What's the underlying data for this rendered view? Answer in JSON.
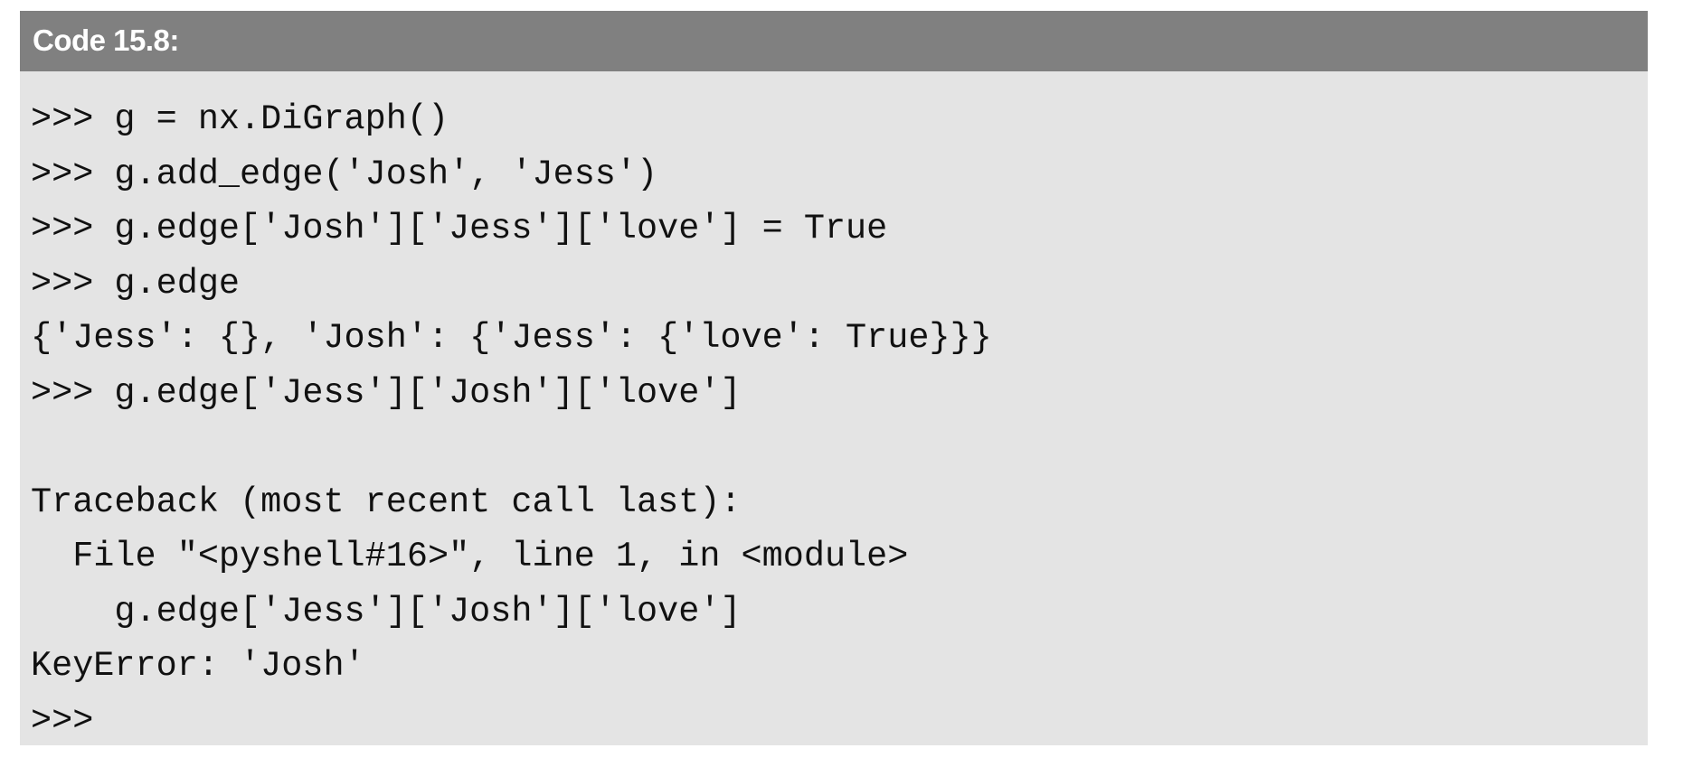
{
  "title": "Code 15.8:",
  "lines": [
    ">>> g = nx.DiGraph()",
    ">>> g.add_edge('Josh', 'Jess')",
    ">>> g.edge['Josh']['Jess']['love'] = True",
    ">>> g.edge",
    "{'Jess': {}, 'Josh': {'Jess': {'love': True}}}",
    ">>> g.edge['Jess']['Josh']['love']",
    "",
    "Traceback (most recent call last):",
    "  File \"<pyshell#16>\", line 1, in <module>",
    "    g.edge['Jess']['Josh']['love']",
    "KeyError: 'Josh'",
    ">>>"
  ]
}
